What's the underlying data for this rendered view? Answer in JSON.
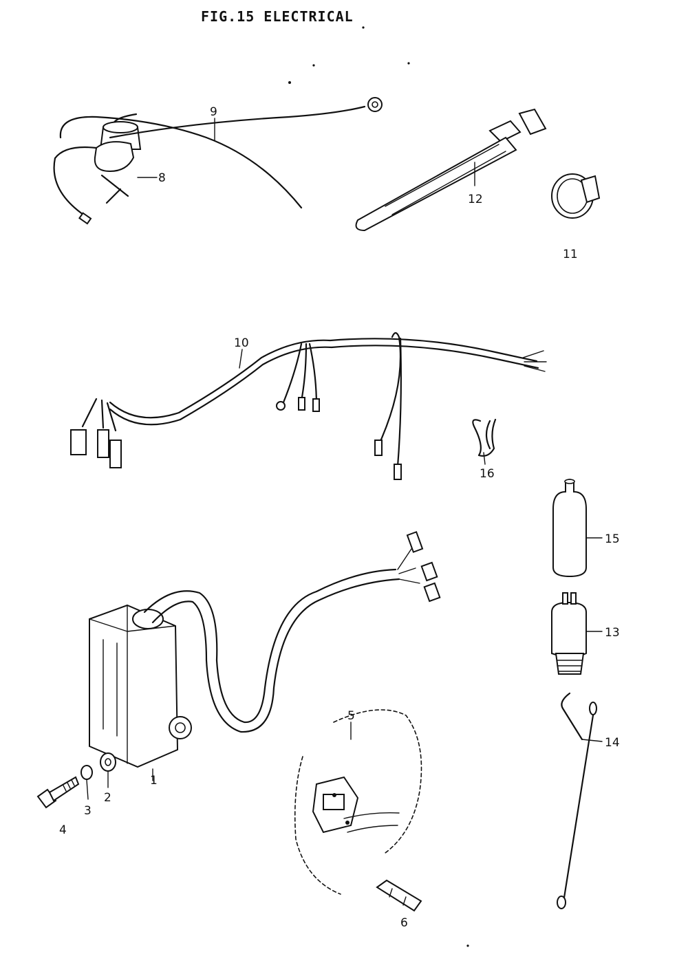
{
  "title": "FIG.15  ELECTRICAL",
  "callouts": {
    "c1": "1",
    "c2": "2",
    "c3": "3",
    "c4": "4",
    "c5": "5",
    "c6": "6",
    "c8": "8",
    "c9": "9",
    "c10": "10",
    "c11": "11",
    "c12": "12",
    "c13": "13",
    "c14": "14",
    "c15": "15",
    "c16": "16"
  }
}
